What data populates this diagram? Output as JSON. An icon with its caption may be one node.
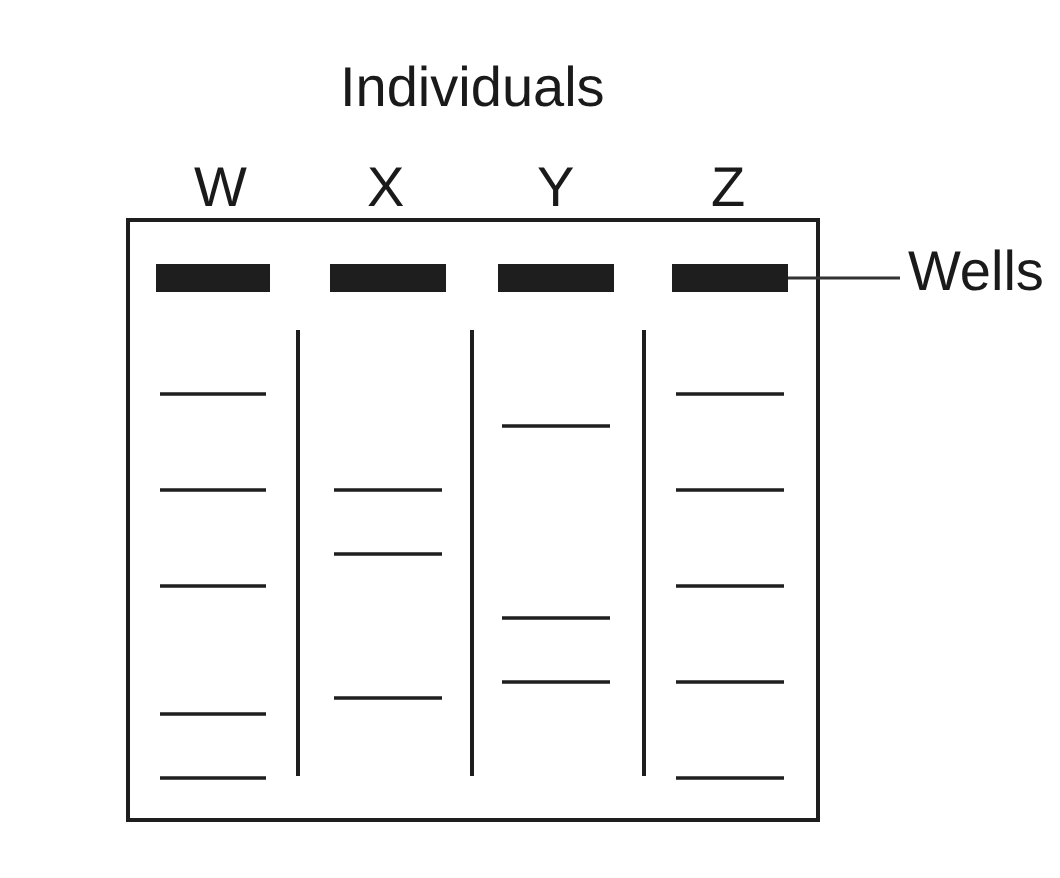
{
  "diagram": {
    "nodes": [
      {
        "text": [
          "Wells"
        ]
      },
      {
        "text": [],
        "shape": "bar"
      }
    ],
    "edges": [
      {
        "from": 0,
        "to": 1,
        "arrow": "none"
      }
    ],
    "labels": [
      "Individuals",
      "W",
      "X",
      "Y",
      "Z"
    ]
  }
}
